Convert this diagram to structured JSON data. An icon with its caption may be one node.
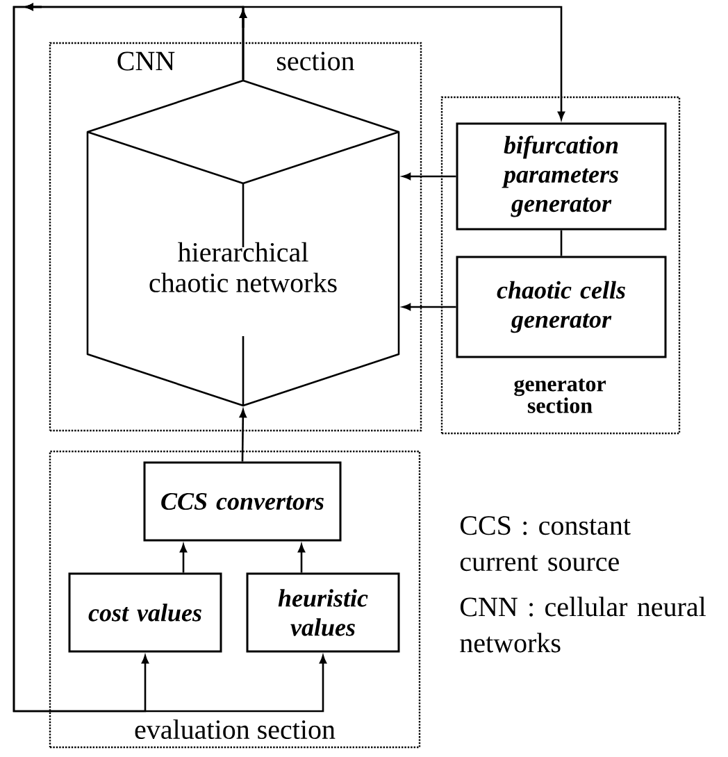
{
  "diagram": {
    "nodes": [
      {
        "text": [
          "CNN",
          "section"
        ]
      },
      {
        "text": [
          "hierarchical chaotic networks"
        ],
        "in": 0
      },
      {
        "text": [
          "generator section"
        ]
      },
      {
        "text": [
          "bifurcation parameters generator"
        ],
        "in": 2
      },
      {
        "text": [
          "chaotic cells generator"
        ],
        "in": 2
      },
      {
        "text": [
          "evaluation section"
        ]
      },
      {
        "text": [
          "CCS convertors"
        ],
        "in": 5
      },
      {
        "text": [
          "cost values"
        ],
        "in": 5
      },
      {
        "text": [
          "heuristic values"
        ],
        "in": 5
      }
    ],
    "edges": [
      {
        "from": 1,
        "to": 3,
        "arrow": "to"
      },
      {
        "from": 1,
        "to": 7,
        "arrow": "to"
      },
      {
        "from": 1,
        "to": 8,
        "arrow": "to"
      },
      {
        "from": 3,
        "to": 1,
        "arrow": "to"
      },
      {
        "from": 4,
        "to": 1,
        "arrow": "to"
      },
      {
        "from": 3,
        "to": 4,
        "arrow": "none"
      },
      {
        "from": 6,
        "to": 1,
        "arrow": "to"
      },
      {
        "from": 7,
        "to": 6,
        "arrow": "to"
      },
      {
        "from": 8,
        "to": 6,
        "arrow": "to"
      }
    ],
    "labels": [
      "CCS : constant current source",
      "CNN : cellular neural networks"
    ]
  }
}
